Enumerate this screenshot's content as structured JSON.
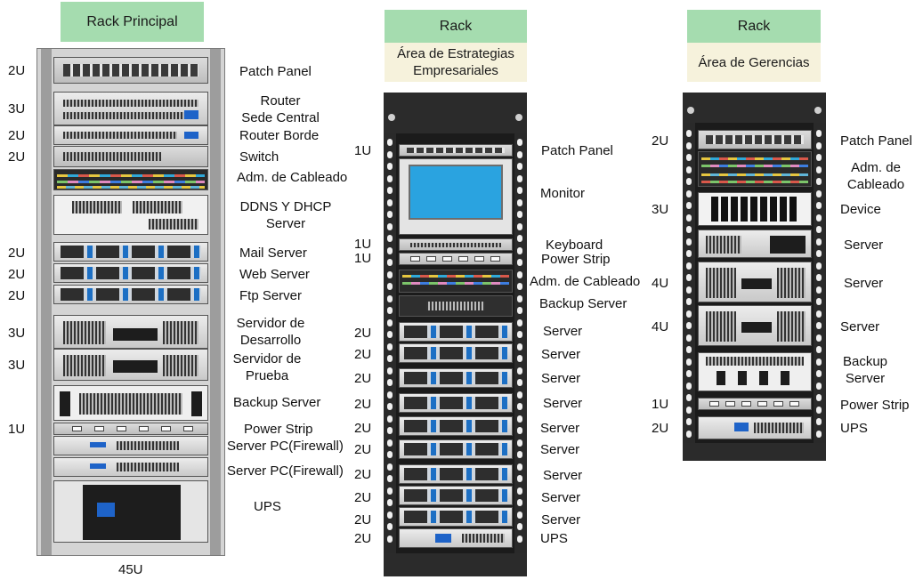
{
  "racks": [
    {
      "id": "principal",
      "title": "Rack Principal",
      "subtitle": "",
      "footer": "45U",
      "units": [
        "2U",
        "3U",
        "2U",
        "2U",
        "2U",
        "2U",
        "2U",
        "3U",
        "3U",
        "1U"
      ],
      "labels": [
        "Patch Panel",
        "Router\nSede Central",
        "Router Borde",
        "Switch",
        "Adm. de Cableado",
        "DDNS Y DHCP\nServer",
        "Mail Server",
        "Web Server",
        "Ftp Server",
        "Servidor de\nDesarrollo",
        "Servidor de\nPrueba",
        "Backup Server",
        "Power Strip",
        "Server PC(Firewall)",
        "Server PC(Firewall)",
        "UPS"
      ]
    },
    {
      "id": "estrategias",
      "title": "Rack",
      "subtitle": "Área de Estrategias\nEmpresariales",
      "units": [
        "1U",
        "1U",
        "1U",
        "2U",
        "2U",
        "2U",
        "2U",
        "2U",
        "2U",
        "2U",
        "2U",
        "2U",
        "2U"
      ],
      "labels": [
        "Patch Panel",
        "Monitor",
        "Keyboard",
        "Power Strip",
        "Adm. de Cableado",
        "Backup Server",
        "Server",
        "Server",
        "Server",
        "Server",
        "Server",
        "Server",
        "Server",
        "Server",
        "Server",
        "UPS"
      ]
    },
    {
      "id": "gerencias",
      "title": "Rack",
      "subtitle": "Área de Gerencias",
      "units": [
        "2U",
        "3U",
        "4U",
        "4U",
        "1U",
        "2U"
      ],
      "labels": [
        "Patch Panel",
        "Adm. de\nCableado",
        "Device",
        "Server",
        "Server",
        "Server",
        "Backup\nServer",
        "Power Strip",
        "UPS"
      ]
    }
  ],
  "colors": {
    "header_bg": "#a5dcaf",
    "subheader_bg": "#f6f2dc",
    "screen": "#2aa3e0",
    "led_blue": "#1e63c8"
  }
}
